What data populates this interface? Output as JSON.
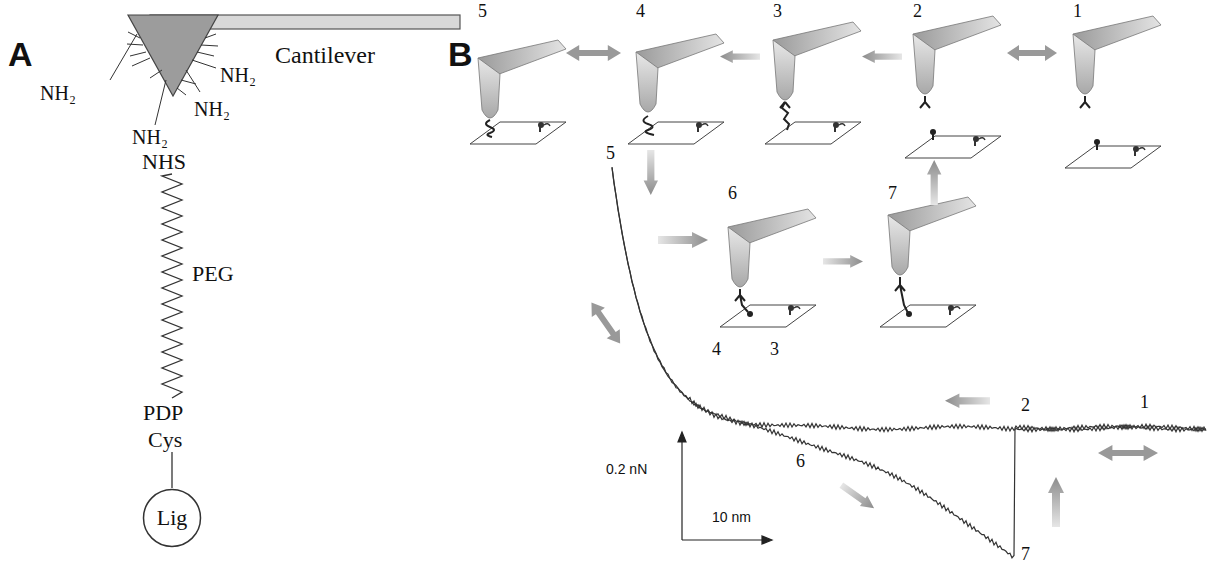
{
  "diagram": {
    "nodes": [
      {
        "text": [
          "Lig"
        ]
      }
    ],
    "labels": [
      "A",
      "B",
      "Cantilever",
      "NH₂",
      "NH₂",
      "NH₂",
      "NH₂",
      "NHS",
      "PEG",
      "PDP",
      "Cys",
      "5",
      "4",
      "3",
      "2",
      "1",
      "6",
      "7",
      "5",
      "4",
      "3",
      "2",
      "1",
      "6",
      "7",
      "0.2 nN",
      "10 nm"
    ]
  }
}
